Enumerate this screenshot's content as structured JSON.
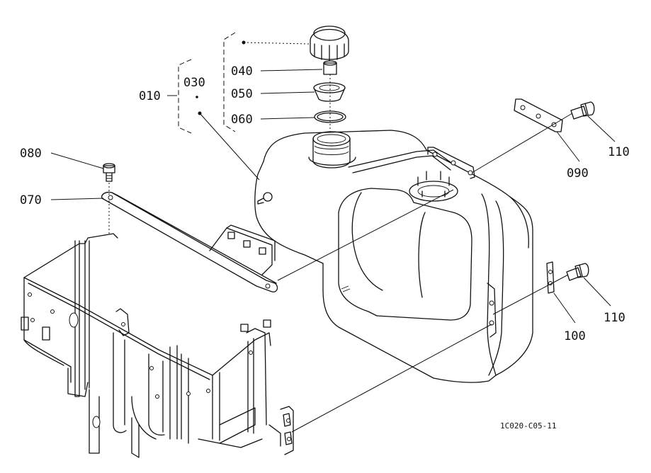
{
  "figure": {
    "reference_code": "1C020-C05-11"
  },
  "parts": [
    {
      "id": "p010",
      "label": "010"
    },
    {
      "id": "p030",
      "label": "030"
    },
    {
      "id": "p040",
      "label": "040"
    },
    {
      "id": "p050",
      "label": "050"
    },
    {
      "id": "p060",
      "label": "060"
    },
    {
      "id": "p070",
      "label": "070"
    },
    {
      "id": "p080",
      "label": "080"
    },
    {
      "id": "p090",
      "label": "090"
    },
    {
      "id": "p100",
      "label": "100"
    },
    {
      "id": "p110a",
      "label": "110"
    },
    {
      "id": "p110b",
      "label": "110"
    }
  ]
}
